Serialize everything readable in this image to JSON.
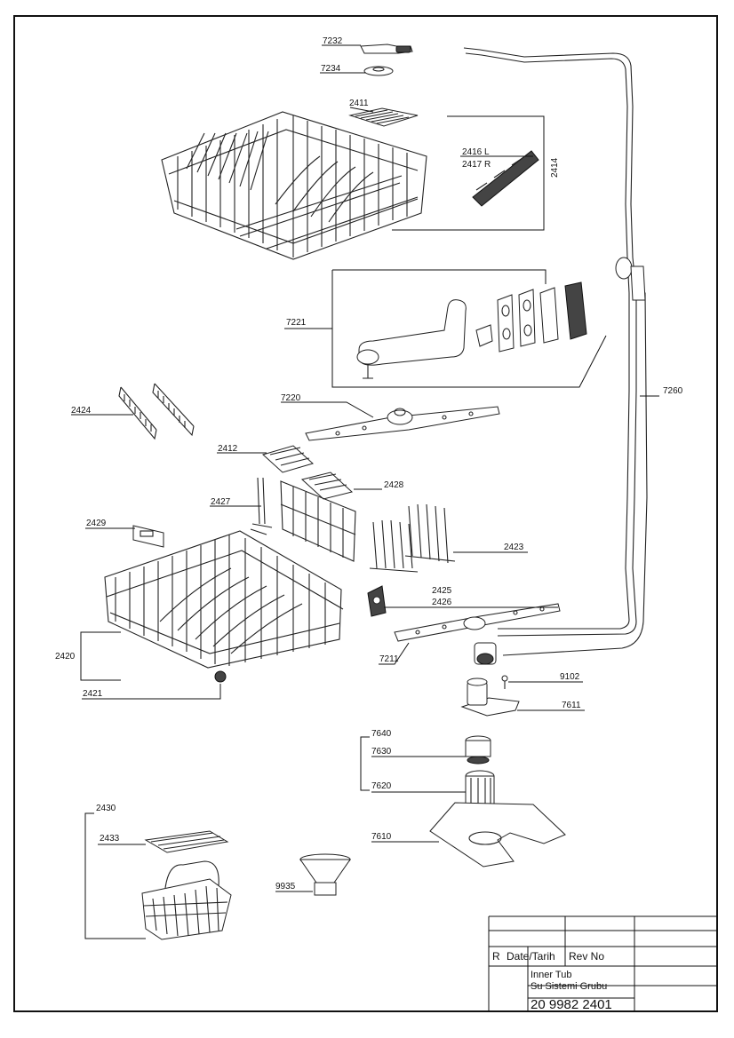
{
  "parts": [
    {
      "id": "p7232",
      "label": "7232"
    },
    {
      "id": "p7234",
      "label": "7234"
    },
    {
      "id": "p2411",
      "label": "2411"
    },
    {
      "id": "p2416",
      "label": "2416 L"
    },
    {
      "id": "p2417",
      "label": "2417 R"
    },
    {
      "id": "p2414",
      "label": "2414"
    },
    {
      "id": "p7221",
      "label": "7221"
    },
    {
      "id": "p7260",
      "label": "7260"
    },
    {
      "id": "p7220",
      "label": "7220"
    },
    {
      "id": "p2424",
      "label": "2424"
    },
    {
      "id": "p2412",
      "label": "2412"
    },
    {
      "id": "p2427",
      "label": "2427"
    },
    {
      "id": "p2428",
      "label": "2428"
    },
    {
      "id": "p2429",
      "label": "2429"
    },
    {
      "id": "p2423",
      "label": "2423"
    },
    {
      "id": "p2425",
      "label": "2425"
    },
    {
      "id": "p2426",
      "label": "2426"
    },
    {
      "id": "p2420",
      "label": "2420"
    },
    {
      "id": "p7211",
      "label": "7211"
    },
    {
      "id": "p2421",
      "label": "2421"
    },
    {
      "id": "p9102",
      "label": "9102"
    },
    {
      "id": "p7611",
      "label": "7611"
    },
    {
      "id": "p7640",
      "label": "7640"
    },
    {
      "id": "p7630",
      "label": "7630"
    },
    {
      "id": "p7620",
      "label": "7620"
    },
    {
      "id": "p2430",
      "label": "2430"
    },
    {
      "id": "p2433",
      "label": "2433"
    },
    {
      "id": "p7610",
      "label": "7610"
    },
    {
      "id": "p9935",
      "label": "9935"
    }
  ],
  "title_block": {
    "revision_header": "R",
    "date_header": "Date/Tarih",
    "rev_no_header": "Rev No",
    "title_line_1": "Inner Tub",
    "title_line_2": "Su Sistemi Grubu",
    "drawing_number": "20 9982 2401"
  }
}
